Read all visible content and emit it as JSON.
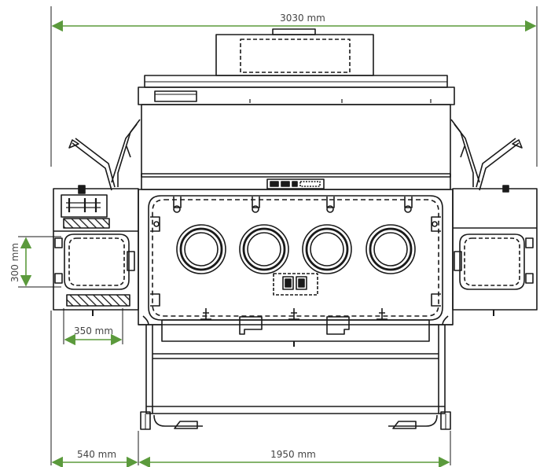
{
  "dimensions": {
    "total_width": "3030 mm",
    "window_height": "300 mm",
    "window_width": "350 mm",
    "side_module_width": "540 mm",
    "main_body_width": "1950 mm"
  },
  "colors": {
    "dimension_line": "#5b9a3c",
    "drawing_line": "#1a1a1a",
    "label_text": "#444444"
  },
  "components": {
    "glove_ports": 4,
    "vent_grilles": 2,
    "side_windows": 2,
    "support_feet": 2
  }
}
